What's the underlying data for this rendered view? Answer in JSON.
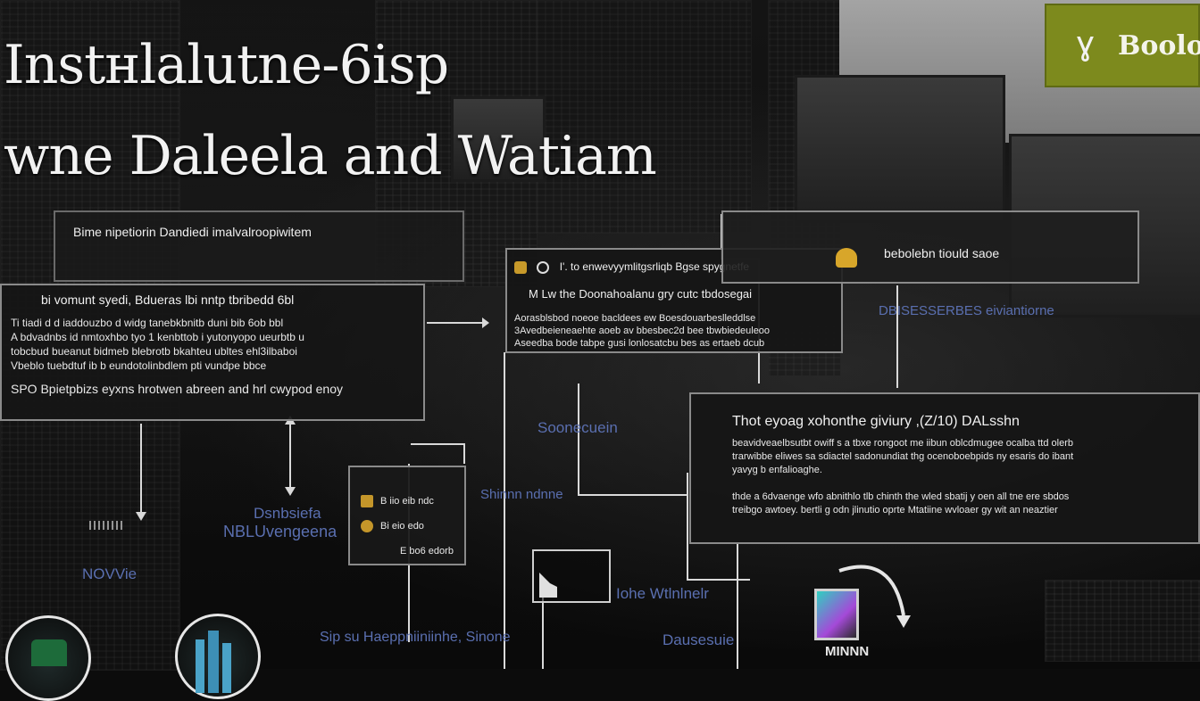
{
  "header": {
    "title_line_1": "Instнlalutne-6isp",
    "title_line_2": "wne Daleela and Watiam",
    "badge_text": "Boolo"
  },
  "panels": {
    "top_left_banner": "Bime nipetiorin Dandiedi imalvalroopiwitem",
    "left_box": {
      "head": "bi vomunt syedi, Bdueras lbi nntp tbribedd 6bl",
      "lines": [
        "Ti tiadi d d iaddouzbo d widg tanebkbnitb duni bib 6ob bbl",
        "A bdvadnbs id nmtoxhbo tyo 1 kenbttob i yutonyopo ueurbtb u",
        "tobcbud bueanut bidmeb blebrotb bkahteu ubltes ehl3ilbaboi",
        "Vbeblo tuebdtuf ib b eundotolinbdlem pti vundpe bbce",
        "SPO Bpietpbizs eyxns hrotwen abreen and hrl cwypod enoy"
      ]
    },
    "center_box": {
      "head_1": "I'. to enwevyymlitgsrliqb Bgse spygnetfe",
      "head_2": "M Lw the Doonahoalanu gry cutc tbdosegai",
      "lines": [
        "Aorasblsbod noeoe bacldees ew Boesdouarbeslleddlse",
        "3Avedbeieneaehte aoeb av bbesbec2d bee tbwbiedeuleoo",
        "Aseedba bode tabpe gusi lonlosatcbu bes as ertaeb dcub"
      ]
    },
    "right_top_box": {
      "head": "bebolebn tiould saoe",
      "sublabel": "DBISESSERBES eiviantiorne"
    },
    "right_box": {
      "head": "Thot eyoag xohonthe giviury ,(Z/10) DALsshn",
      "lines": [
        "beavidveaelbsutbt owiff s a tbxe rongoot me iibun oblcdmugee ocalba ttd olerb",
        "trarwibbe eliwes sa sdiactel sadonundiat thg ocenoboebpids ny esaris do ibant",
        "yavyg b enfalioaghe.",
        "",
        "thde a 6dvaenge wfo abnithlo tlb chinth the wled sbatij y oen all tne ere sbdos",
        "treibgo awtoey. bertli g odn jlinutio oprte Mtatiine wvloaer gy wit an neaztier"
      ]
    },
    "small_box": {
      "items": [
        "B iio eib ndc",
        "Bi eio edo",
        "E bo6 edorb"
      ]
    }
  },
  "labels": {
    "soohecune": "Soonecuein",
    "dasdee": "Dsnbsiefa",
    "nblu": "NBLUvengeena",
    "novve": "NOVVie",
    "shinn": "Shinnn ndnne",
    "iohe": "Iohe Wtlnlnelr",
    "sip": "Sip su Haeppniiniinhe, Sinone",
    "daus": "Dausesuie",
    "minn": "MINNN"
  },
  "colors": {
    "badge": "#7d8a1d",
    "label_blue": "#5a6fb0",
    "panel_border": "#8a8a8a"
  }
}
